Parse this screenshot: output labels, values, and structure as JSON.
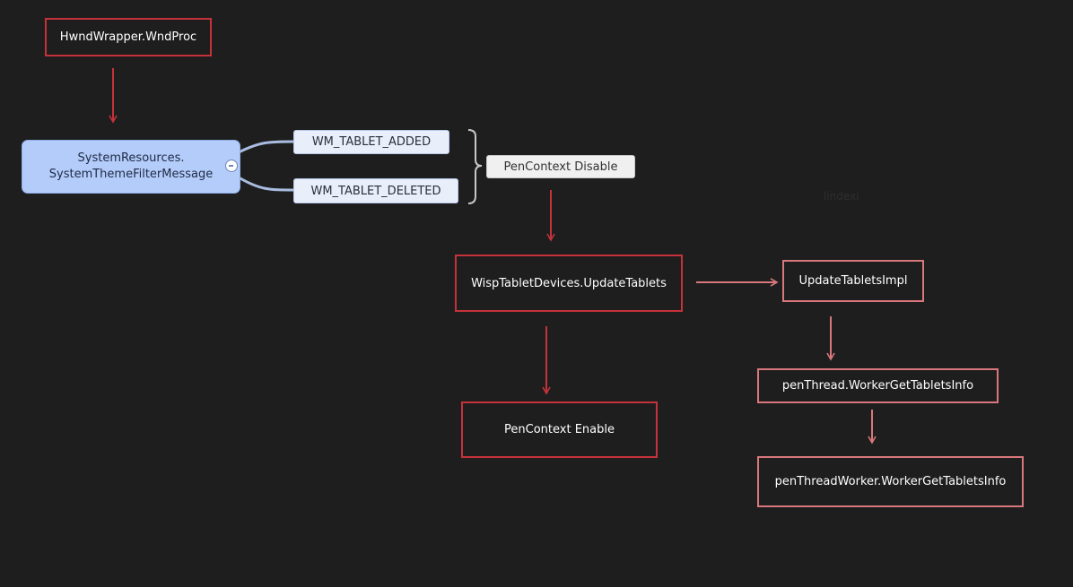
{
  "nodes": {
    "hwnd_wrapper": "HwndWrapper.WndProc",
    "system_resources": [
      "SystemResources.",
      "SystemThemeFilterMessage"
    ],
    "wm_tablet_added": "WM_TABLET_ADDED",
    "wm_tablet_deleted": "WM_TABLET_DELETED",
    "pen_context_disable": "PenContext Disable",
    "wisp_update_tablets": "WispTabletDevices.UpdateTablets",
    "update_tablets_impl": "UpdateTabletsImpl",
    "pen_context_enable": "PenContext Enable",
    "pen_thread_info": "penThread.WorkerGetTabletsInfo",
    "pen_thread_worker_info": "penThreadWorker.WorkerGetTabletsInfo"
  },
  "watermark": "lindexi",
  "colors": {
    "background": "#1e1e1e",
    "arrow_red": "#c5323a",
    "arrow_light_red": "#d8787c",
    "connector_blue": "#a9bde0",
    "brace_gray": "#c8c8c8"
  }
}
